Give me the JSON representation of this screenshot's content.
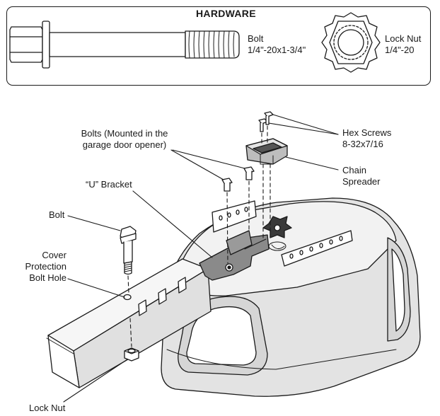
{
  "hardware": {
    "title": "HARDWARE",
    "bolt_label": "Bolt",
    "bolt_size": "1/4\"-20x1-3/4\"",
    "nut_label": "Lock Nut",
    "nut_size": "1/4\"-20"
  },
  "callouts": {
    "bolts_mounted_line1": "Bolts (Mounted in the",
    "bolts_mounted_line2": "garage door opener)",
    "hex_screws_line1": "Hex Screws",
    "hex_screws_line2": "8-32x7/16",
    "chain_spreader_line1": "Chain",
    "chain_spreader_line2": "Spreader",
    "u_bracket": "“U” Bracket",
    "bolt": "Bolt",
    "cover_line1": "Cover",
    "cover_line2": "Protection",
    "cover_line3": "Bolt Hole",
    "lock_nut": "Lock Nut"
  }
}
